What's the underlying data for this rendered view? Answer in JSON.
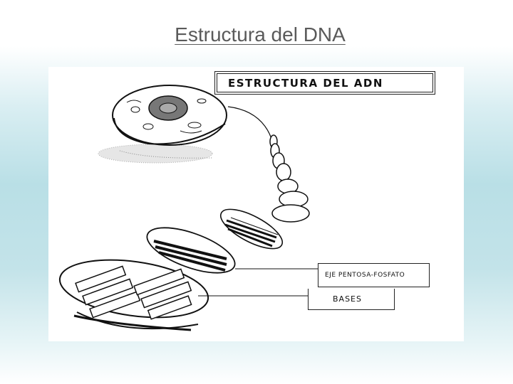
{
  "slide": {
    "title": "Estructura del DNA"
  },
  "figure": {
    "main_label": "ESTRUCTURA DEL ADN",
    "backbone_label": "EJE PENTOSA-FOSFATO",
    "bases_label": "BASES"
  }
}
